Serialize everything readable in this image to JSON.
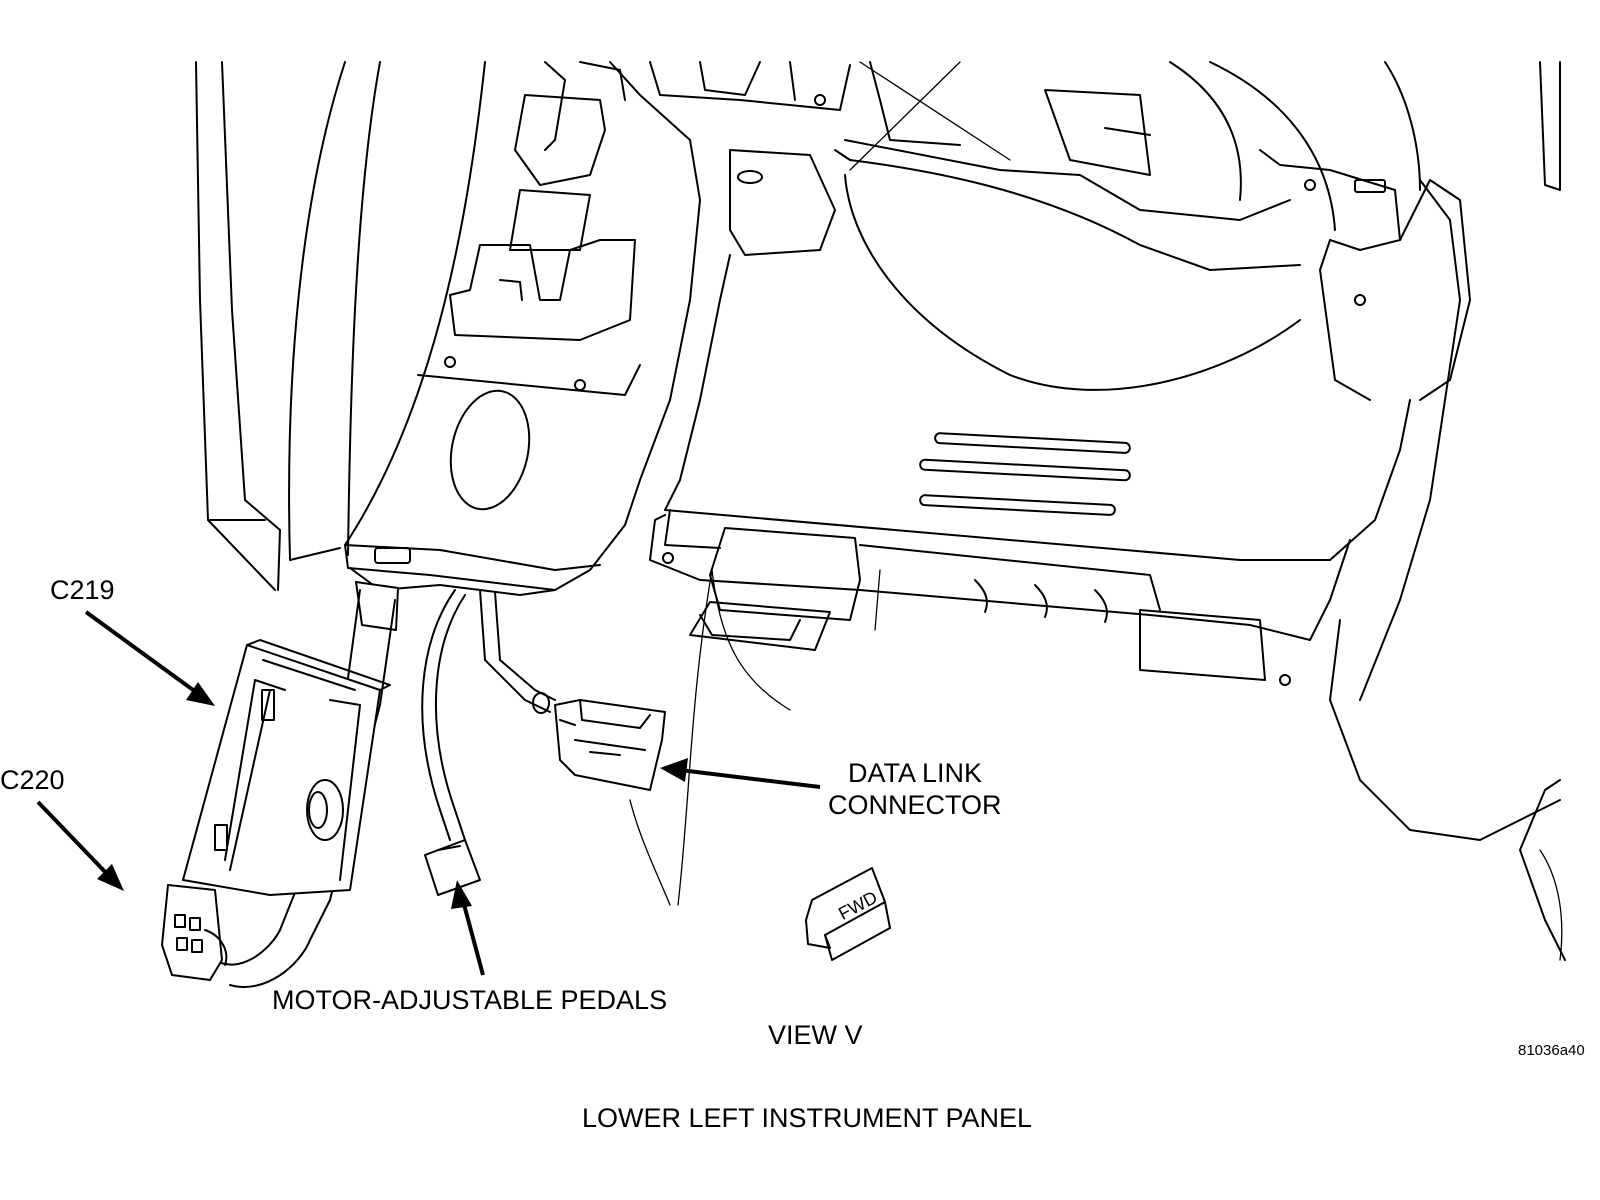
{
  "diagram": {
    "labels": {
      "c219": "C219",
      "c220": "C220",
      "data_link_line1": "DATA LINK",
      "data_link_line2": "CONNECTOR",
      "pedals": "MOTOR-ADJUSTABLE PEDALS",
      "view": "VIEW V",
      "figure_id": "81036a40",
      "caption": "LOWER LEFT INSTRUMENT PANEL",
      "fwd": "FWD"
    }
  }
}
